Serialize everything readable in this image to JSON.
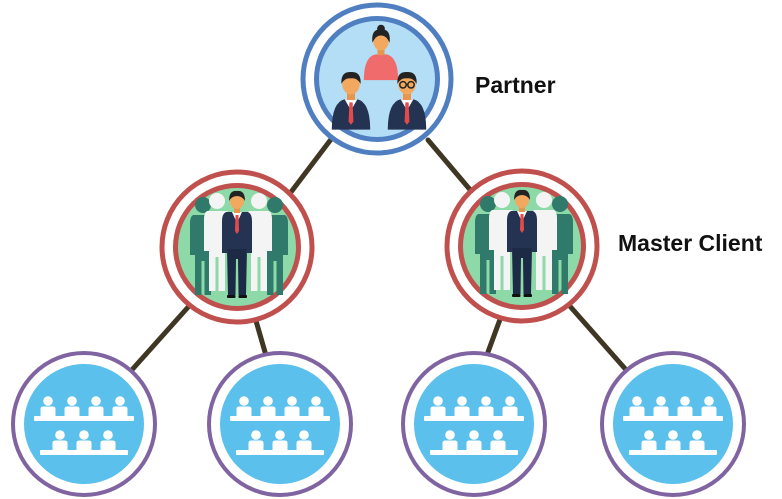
{
  "labels": {
    "partner": "Partner",
    "master_client": "Master Client"
  },
  "nodes": {
    "partner": {
      "icon": "partner-team-icon",
      "people": [
        "businesswoman",
        "businessman",
        "businessman-glasses"
      ]
    },
    "master_clients": [
      {
        "icon": "master-client-group-icon"
      },
      {
        "icon": "master-client-group-icon"
      }
    ],
    "client_groups": [
      {
        "icon": "client-audience-icon"
      },
      {
        "icon": "client-audience-icon"
      },
      {
        "icon": "client-audience-icon"
      },
      {
        "icon": "client-audience-icon"
      }
    ]
  },
  "colors": {
    "partner_ring": "#4f7fc1",
    "partner_fill": "#b3def6",
    "master_ring": "#c0504d",
    "master_fill": "#8ed9a8",
    "client_ring": "#8064a2",
    "client_fill": "#5bc0ec",
    "connector": "#3f3624",
    "suit": "#243352",
    "tie": "#e34b4b",
    "skin": "#f2a95f",
    "hair": "#232323",
    "woman_top": "#f06c6c",
    "silhouette_dark": "#2f7a6a",
    "silhouette_light": "#ffffff"
  }
}
